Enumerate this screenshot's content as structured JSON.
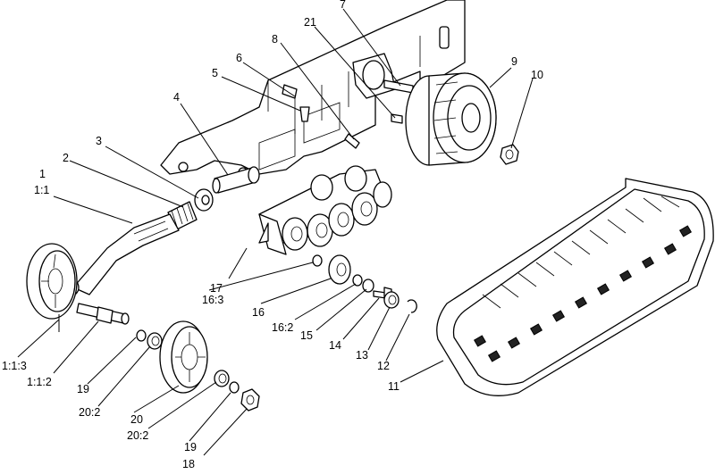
{
  "callouts": [
    {
      "id": "c1",
      "text": "1"
    },
    {
      "id": "c1_1",
      "text": "1:1"
    },
    {
      "id": "c2",
      "text": "2"
    },
    {
      "id": "c3",
      "text": "3"
    },
    {
      "id": "c4",
      "text": "4"
    },
    {
      "id": "c5",
      "text": "5"
    },
    {
      "id": "c6",
      "text": "6"
    },
    {
      "id": "c7",
      "text": "7"
    },
    {
      "id": "c8",
      "text": "8"
    },
    {
      "id": "c9",
      "text": "9"
    },
    {
      "id": "c10",
      "text": "10"
    },
    {
      "id": "c11",
      "text": "11"
    },
    {
      "id": "c12",
      "text": "12"
    },
    {
      "id": "c13",
      "text": "13"
    },
    {
      "id": "c14",
      "text": "14"
    },
    {
      "id": "c15",
      "text": "15"
    },
    {
      "id": "c16",
      "text": "16"
    },
    {
      "id": "c16_2",
      "text": "16:2"
    },
    {
      "id": "c16_3",
      "text": "16:3"
    },
    {
      "id": "c17",
      "text": "17"
    },
    {
      "id": "c18",
      "text": "18"
    },
    {
      "id": "c19a",
      "text": "19"
    },
    {
      "id": "c19b",
      "text": "19"
    },
    {
      "id": "c20",
      "text": "20"
    },
    {
      "id": "c20_2a",
      "text": "20:2"
    },
    {
      "id": "c20_2b",
      "text": "20:2"
    },
    {
      "id": "c21",
      "text": "21"
    },
    {
      "id": "c1_1_2",
      "text": "1:1:2"
    },
    {
      "id": "c1_1_3",
      "text": "1:1:3"
    }
  ]
}
